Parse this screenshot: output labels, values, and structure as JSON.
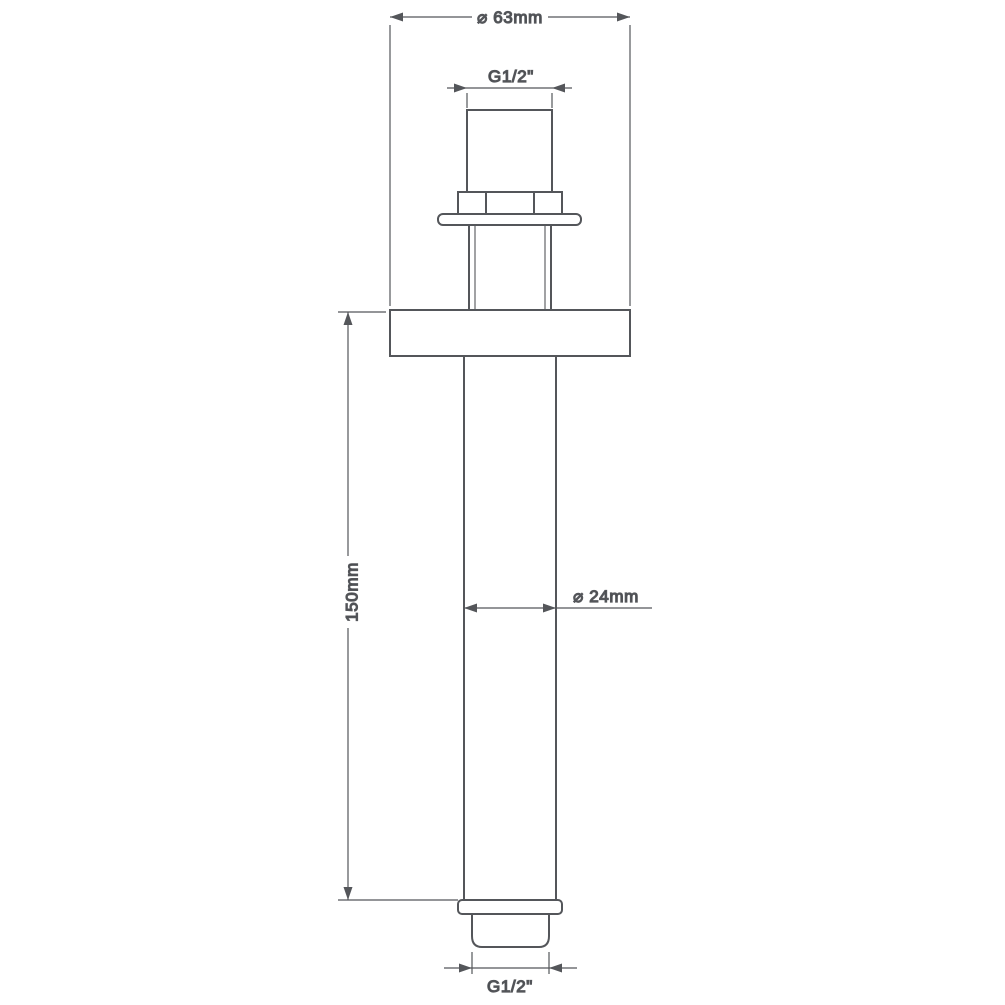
{
  "drawing": {
    "line_color": "#54565a",
    "text_color": "#3f4145",
    "labels": {
      "flange_diameter": "⌀ 63mm",
      "top_thread": "G1/2\"",
      "length": "150mm",
      "tube_diameter": "⌀ 24mm",
      "bottom_thread": "G1/2\""
    }
  }
}
